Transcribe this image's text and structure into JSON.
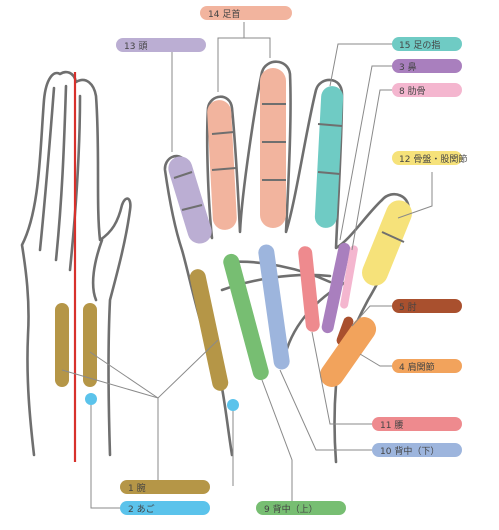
{
  "diagram": {
    "labels": [
      {
        "id": "14",
        "text": "14 足首",
        "color": "#F2B49E"
      },
      {
        "id": "13",
        "text": "13 頭",
        "color": "#BBAED3"
      },
      {
        "id": "15",
        "text": "15 足の指",
        "color": "#6FCBC4"
      },
      {
        "id": "3",
        "text": "3 鼻",
        "color": "#A97FBE"
      },
      {
        "id": "8",
        "text": "8 肋骨",
        "color": "#F4B6CF"
      },
      {
        "id": "12",
        "text": "12 骨盤・股関節",
        "color": "#F6E27A"
      },
      {
        "id": "5",
        "text": "5 肘",
        "color": "#A9502E"
      },
      {
        "id": "4",
        "text": "4 肩関節",
        "color": "#F2A35C"
      },
      {
        "id": "11",
        "text": "11 腰",
        "color": "#EE8A8E"
      },
      {
        "id": "10",
        "text": "10 背中（下）",
        "color": "#9DB5DD"
      },
      {
        "id": "1",
        "text": "1 腕",
        "color": "#B59647"
      },
      {
        "id": "2",
        "text": "2 あご",
        "color": "#5BC3EB"
      },
      {
        "id": "9",
        "text": "9 背中（上）",
        "color": "#77BE72"
      }
    ],
    "colors": {
      "outline": "#6F6F6F",
      "center_line": "#D7312C",
      "leader": "#8A8A8A"
    }
  }
}
